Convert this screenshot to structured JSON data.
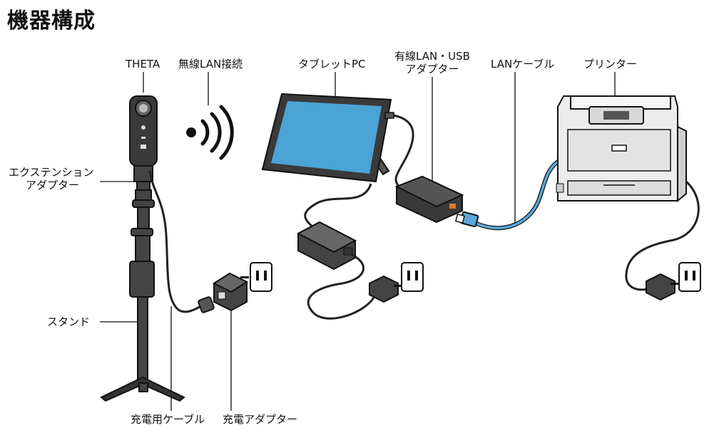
{
  "title": "機器構成",
  "labels": {
    "theta": "THETA",
    "wireless": "無線LAN接続",
    "tablet": "タブレットPC",
    "adapter_line1": "有線LAN・USB",
    "adapter_line2": "アダプター",
    "lan_cable": "LANケーブル",
    "printer": "プリンター",
    "extension_line1": "エクステンション",
    "extension_line2": "アダプター",
    "stand": "スタンド",
    "charge_cable": "充電用ケーブル",
    "charge_adapter": "充電アダプター"
  },
  "colors": {
    "screen": "#4ba3d6",
    "device": "#3a3a3a",
    "lan_cable": "#5aa8d8",
    "printer_body": "#ececec",
    "outline": "#111111"
  }
}
